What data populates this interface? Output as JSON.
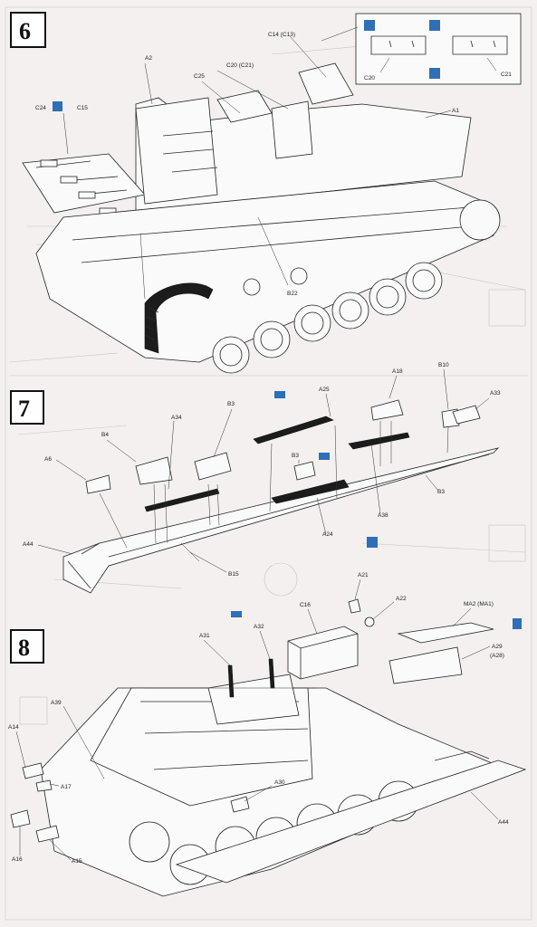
{
  "steps": [
    {
      "number": "6"
    },
    {
      "number": "7"
    },
    {
      "number": "8"
    }
  ],
  "labels_step6": {
    "c14": "C14 (C13)",
    "a2": "A2",
    "c25": "C25",
    "c20c21": "C20 (C21)",
    "a1": "A1",
    "c24": "C24",
    "c15": "C15",
    "b22": "B22",
    "inset_c20": "C20",
    "inset_c21": "C21"
  },
  "labels_step7": {
    "a25": "A25",
    "a18": "A18",
    "b10": "B10",
    "a33": "A33",
    "b3_top": "B3",
    "a34": "A34",
    "b4": "B4",
    "a6": "A6",
    "b3_mid": "B3",
    "b3_right": "B3",
    "a38": "A38",
    "a24": "A24",
    "a44": "A44",
    "b15": "B15"
  },
  "labels_step8": {
    "a21": "A21",
    "a22": "A22",
    "c16": "C16",
    "ma2": "MA2 (MA1)",
    "a29": "A29",
    "a28": "(A28)",
    "a31": "A31",
    "a32": "A32",
    "a39": "A39",
    "a14": "A14",
    "a17": "A17",
    "a30": "A30",
    "a44": "A44",
    "a16": "A16",
    "a15": "A15"
  },
  "colors": {
    "blue_icon": "#2f6fb5",
    "paper": "#f3f0ef",
    "ink": "#222222"
  }
}
